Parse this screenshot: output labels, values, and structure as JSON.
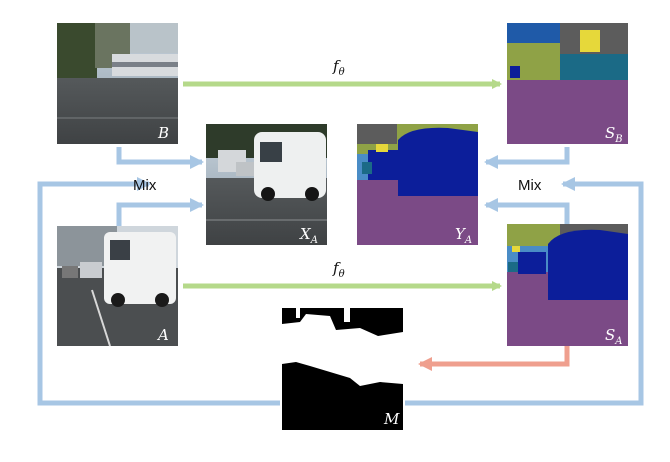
{
  "images": {
    "B": {
      "label": "B",
      "kind": "photo"
    },
    "A": {
      "label": "A",
      "kind": "photo"
    },
    "X_A": {
      "label": "X",
      "sub": "A",
      "kind": "photo"
    },
    "Y_A": {
      "label": "Y",
      "sub": "A",
      "kind": "segmentation"
    },
    "S_B": {
      "label": "S",
      "sub": "B",
      "kind": "segmentation"
    },
    "S_A": {
      "label": "S",
      "sub": "A",
      "kind": "segmentation"
    },
    "M": {
      "label": "M",
      "kind": "mask"
    }
  },
  "operators": {
    "f_top": {
      "label": "f",
      "sub": "θ"
    },
    "f_bottom": {
      "label": "f",
      "sub": "θ"
    },
    "mix_left": "Mix",
    "mix_right": "Mix"
  },
  "colors": {
    "green_arrow": "#b5d98a",
    "blue_arrow": "#a7c6e4",
    "red_arrow": "#ef9f8e",
    "seg_road": "#7b4a86",
    "seg_car": "#0c1e9a",
    "seg_veg": "#8fa246",
    "seg_sky": "#4a8cc6",
    "seg_building": "#5c5c5c",
    "seg_sign": "#e6d83a",
    "seg_teal": "#1b6a86"
  }
}
